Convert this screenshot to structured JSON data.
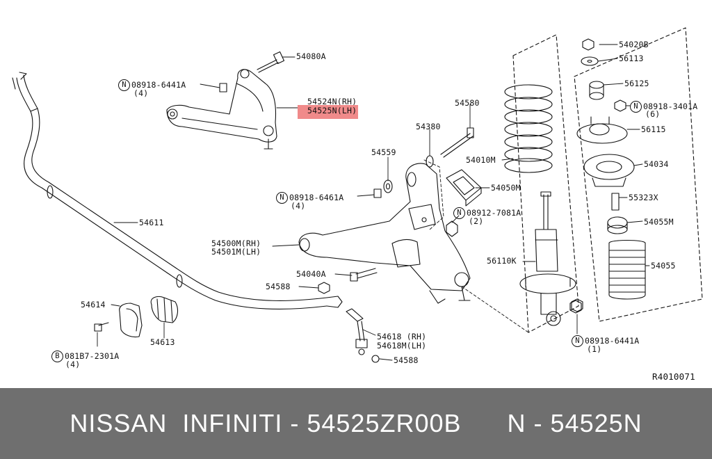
{
  "labels": {
    "p54080A": "54080A",
    "c1_letter": "N",
    "c1_num": "08918-6441A",
    "c1_qty": "(4)",
    "p54524N": "54524N(RH)",
    "p54525N": "54525N(LH)",
    "p54580": "54580",
    "p54380": "54380",
    "p54559": "54559",
    "p54010M": "54010M",
    "p54050M": "54050M",
    "c2_letter": "N",
    "c2_num": "08918-6461A",
    "c2_qty": "(4)",
    "c3_letter": "N",
    "c3_num": "08912-7081A",
    "c3_qty": "(2)",
    "p54611": "54611",
    "p54500M": "54500M(RH)",
    "p54501M": "54501M(LH)",
    "p56110K": "56110K",
    "p54040A": "54040A",
    "p54588a": "54588",
    "p54614": "54614",
    "p54613": "54613",
    "p54618": "54618 (RH)",
    "p54618M": "54618M(LH)",
    "p54588b": "54588",
    "c4_letter": "B",
    "c4_num": "081B7-2301A",
    "c4_qty": "(4)",
    "p54020B": "54020B",
    "p56113": "56113",
    "p56125": "56125",
    "c5_letter": "N",
    "c5_num": "08918-3401A",
    "c5_qty": "(6)",
    "p56115": "56115",
    "p54034": "54034",
    "p55323X": "55323X",
    "p54055M": "54055M",
    "p54055": "54055",
    "c6_letter": "N",
    "c6_num": "08918-6441A",
    "c6_qty": "(1)",
    "ref": "R4010071"
  },
  "footer": {
    "brand": "NISSAN  INFINITI - 54525ZR00B",
    "part": "N - 54525N"
  },
  "colors": {
    "highlight": "#f08a8a",
    "footer_bg": "#6f6f6f",
    "footer_text": "#ffffff"
  }
}
